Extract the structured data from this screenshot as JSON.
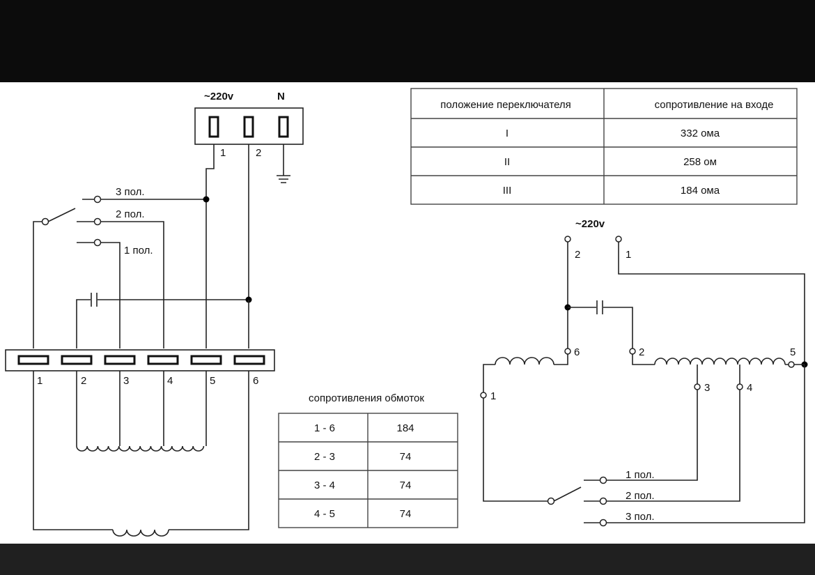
{
  "left_diagram": {
    "supply_label": "~220v",
    "neutral_label": "N",
    "socket_pins": [
      "1",
      "2"
    ],
    "switch_positions": [
      "3 пол.",
      "2 пол.",
      "1 пол."
    ],
    "terminals": [
      "1",
      "2",
      "3",
      "4",
      "5",
      "6"
    ]
  },
  "right_diagram": {
    "supply_label": "~220v",
    "input_terminals": [
      "2",
      "1"
    ],
    "winding_terminals": [
      "6",
      "2",
      "5",
      "1",
      "3",
      "4"
    ],
    "switch_positions": [
      "1 пол.",
      "2 пол.",
      "3 пол."
    ]
  },
  "input_table": {
    "headers": [
      "положение переключателя",
      "сопротивление на входе"
    ],
    "rows": [
      [
        "I",
        "332 ома"
      ],
      [
        "II",
        "258 ом"
      ],
      [
        "III",
        "184 ома"
      ]
    ]
  },
  "winding_table": {
    "title": "сопротивления обмоток",
    "rows": [
      [
        "1 - 6",
        "184"
      ],
      [
        "2 - 3",
        "74"
      ],
      [
        "3 - 4",
        "74"
      ],
      [
        "4 - 5",
        "74"
      ]
    ]
  }
}
